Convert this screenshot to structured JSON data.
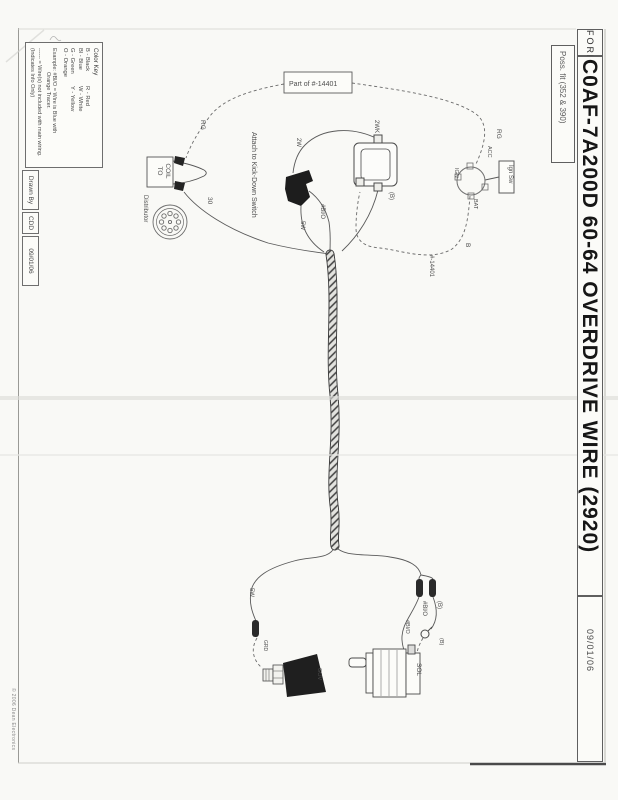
{
  "document": {
    "brand": "FORD",
    "title": "C0AF-7A200D  60-64 OVERDRIVE WIRE (2920)",
    "possible_fit": "Poss. fit (352 & 390)",
    "date_right": "09/01/06",
    "copyright": "© 2006 Dean Electronics"
  },
  "title_block": {
    "drawn_by_label": "Drawn By",
    "drawn_by_initials": "CDD",
    "date": "09/01/06"
  },
  "color_key": {
    "title": "Color Key",
    "left": [
      "B - Black",
      "Bl - Blue",
      "G - Green",
      "O - Orange"
    ],
    "right": [
      "R - Red",
      "W - White",
      "Y - Yellow"
    ],
    "example_line1": "Example: #Bl/O = Wire is Blue with",
    "example_line2": "Orange Tracer.",
    "note_line1": "------ = Wire(s) not included with main wiring.",
    "note_line2": "(Indicates Info Only)"
  },
  "diagram": {
    "part_of_note": "Part of #-14401",
    "harness_part": "#-14401",
    "attach_note": "Attach to Kick-Down Switch",
    "coil_line1": "TO",
    "coil_line2": "COIL",
    "distributor": "Distributor",
    "ign_switch": {
      "label": "Ign Sw",
      "acc": "ACC",
      "bat": "BAT",
      "ign": "IGN"
    },
    "solenoid": "SOL",
    "governor": "GOV",
    "ground_note": "GRD",
    "wires": {
      "rg_left": "RG",
      "rg_right": "RG",
      "w30": "30",
      "relay_coil": "2WK",
      "kd_coil": "2W",
      "blo_upper": "#Bl/O",
      "w5_upper": "5W",
      "relay_ground": "(B)",
      "b_feed": "B",
      "w5_lower": "5W",
      "blo_lower": "#Bl/O",
      "b_lower": "(B)",
      "blo_sol": "#Bl/O",
      "ring_b": "(B)",
      "sol_label": "SOL"
    }
  }
}
